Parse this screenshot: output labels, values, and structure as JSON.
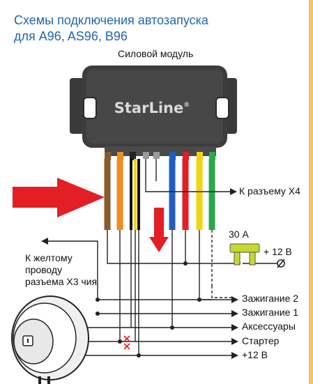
{
  "title": {
    "line1": "Схемы подключения автозапуска",
    "line2": "для A96, AS96, B96"
  },
  "module": {
    "label": "Силовой модуль",
    "brand": "StarLine",
    "brand_mark": "®"
  },
  "connector_label": "К разъему Х4",
  "fuse_label": "30 А",
  "power_label": "+ 12 В",
  "note": {
    "line1": "К желтому",
    "line2": "проводу",
    "line3": "разъема Х3 чия"
  },
  "outputs": [
    {
      "label": "Зажигание 2"
    },
    {
      "label": "Зажигание 1"
    },
    {
      "label": "Аксессуары"
    },
    {
      "label": "Стартер"
    },
    {
      "label": "+12 В"
    }
  ],
  "colors": {
    "title": "#1f66b3",
    "module": "#3a3a3a",
    "wire_brown": "#8b5a2b",
    "wire_orange": "#f28c1f",
    "wire_black": "#111111",
    "wire_blue": "#1f5fc4",
    "wire_red": "#e31e24",
    "wire_yellow": "#f5d40f",
    "wire_green": "#2aa84a",
    "fuse": "#c6d82e",
    "arrow_red": "#e31e24",
    "frame": "#f3c26b"
  },
  "icons": [
    "red-arrow-icon",
    "ignition-switch-icon",
    "fuse-icon",
    "ground-symbol-icon",
    "cut-mark-icon"
  ]
}
